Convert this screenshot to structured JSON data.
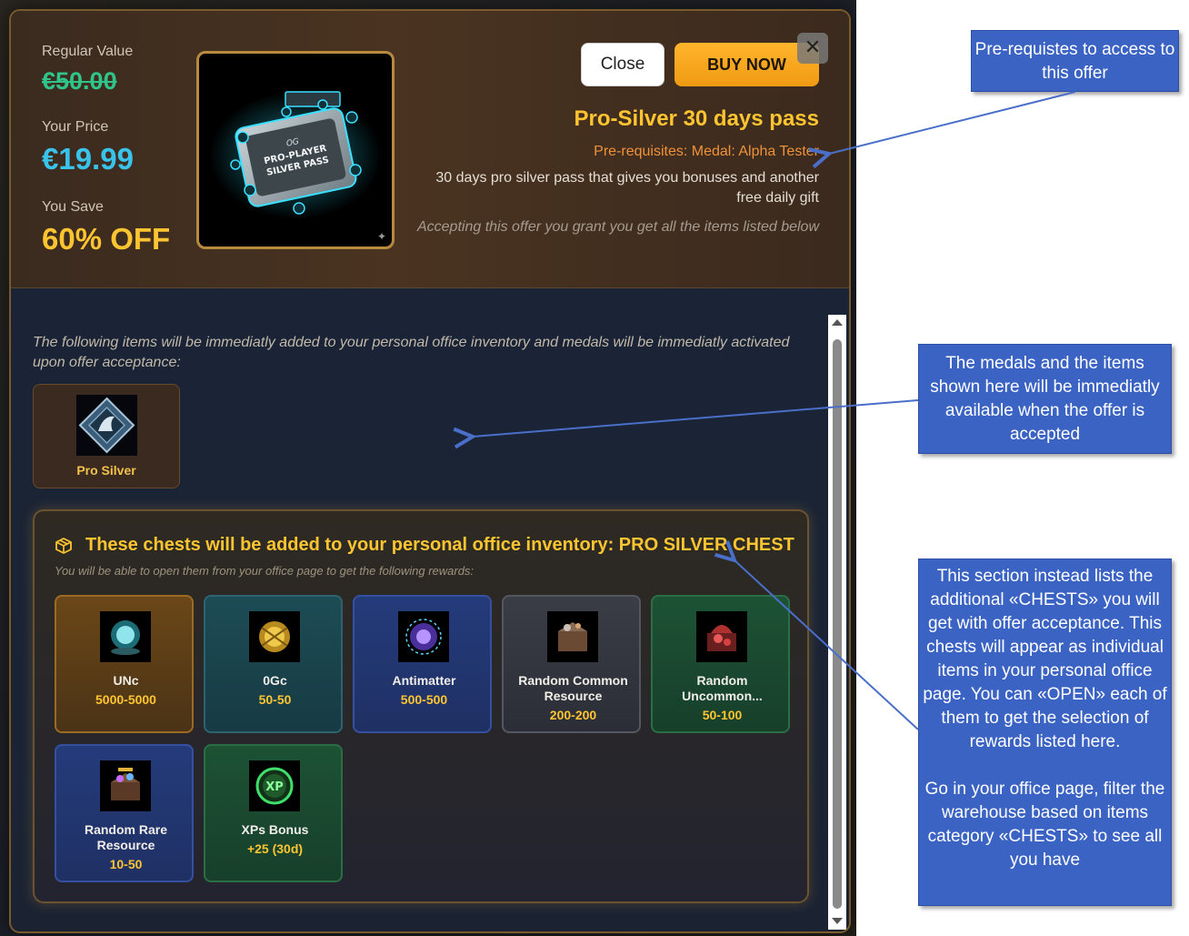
{
  "pricing": {
    "regular_label": "Regular Value",
    "regular_value": "€50.00",
    "your_price_label": "Your Price",
    "your_price_value": "€19.99",
    "save_label": "You Save",
    "save_value": "60% OFF"
  },
  "actions": {
    "close_label": "Close",
    "buy_label": "BUY NOW",
    "x_label": "✕"
  },
  "offer": {
    "title": "Pro-Silver 30 days pass",
    "prerequisites": "Pre-requisites: Medal: Alpha Tester",
    "description": "30 days pro silver pass that gives you bonuses and another free daily gift",
    "note": "Accepting this offer you grant you get all the items listed below"
  },
  "thumbnail": {
    "line1": "PRO-PLAYER",
    "line2": "SILVER PASS",
    "badge": "OG"
  },
  "items_section": {
    "intro": "The following items will be immediatly added to your personal office inventory and medals will be immediatly activated upon offer acceptance:",
    "medal": {
      "label": "Pro Silver"
    }
  },
  "chests": {
    "title": "These chests will be added to your personal office inventory: PRO SILVER CHEST",
    "subtitle": "You will be able to open them from your office page to get the following rewards:",
    "rewards": [
      {
        "name": "UNc",
        "qty": "5000-5000",
        "icon": "unc-icon"
      },
      {
        "name": "0Gc",
        "qty": "50-50",
        "icon": "ogc-icon"
      },
      {
        "name": "Antimatter",
        "qty": "500-500",
        "icon": "antimatter-icon"
      },
      {
        "name": "Random Common Resource",
        "qty": "200-200",
        "icon": "common-resource-icon"
      },
      {
        "name": "Random Uncommon...",
        "qty": "50-100",
        "icon": "uncommon-resource-icon"
      },
      {
        "name": "Random Rare Resource",
        "qty": "10-50",
        "icon": "rare-resource-icon"
      },
      {
        "name": "XPs Bonus",
        "qty": "+25 (30d)",
        "icon": "xp-bonus-icon"
      }
    ]
  },
  "callouts": {
    "prereq": "Pre-requistes to access to this offer",
    "medals": "The medals and the items shown here will be immediatly available when the offer is accepted",
    "chests_p1": "This section instead lists the additional «CHESTS» you will get with offer acceptance. This chests will appear as individual items in your personal office page. You can «OPEN» each of them to get the selection of rewards listed here.",
    "chests_p2": "Go in your office page, filter the warehouse based on items category «CHESTS» to see all you have"
  },
  "colors": {
    "accent_gold": "#ffc531",
    "price_blue": "#39c3ea",
    "old_price_green": "#2fc58a",
    "prereq_orange": "#f0923a",
    "callout_blue": "#3b63c4"
  }
}
